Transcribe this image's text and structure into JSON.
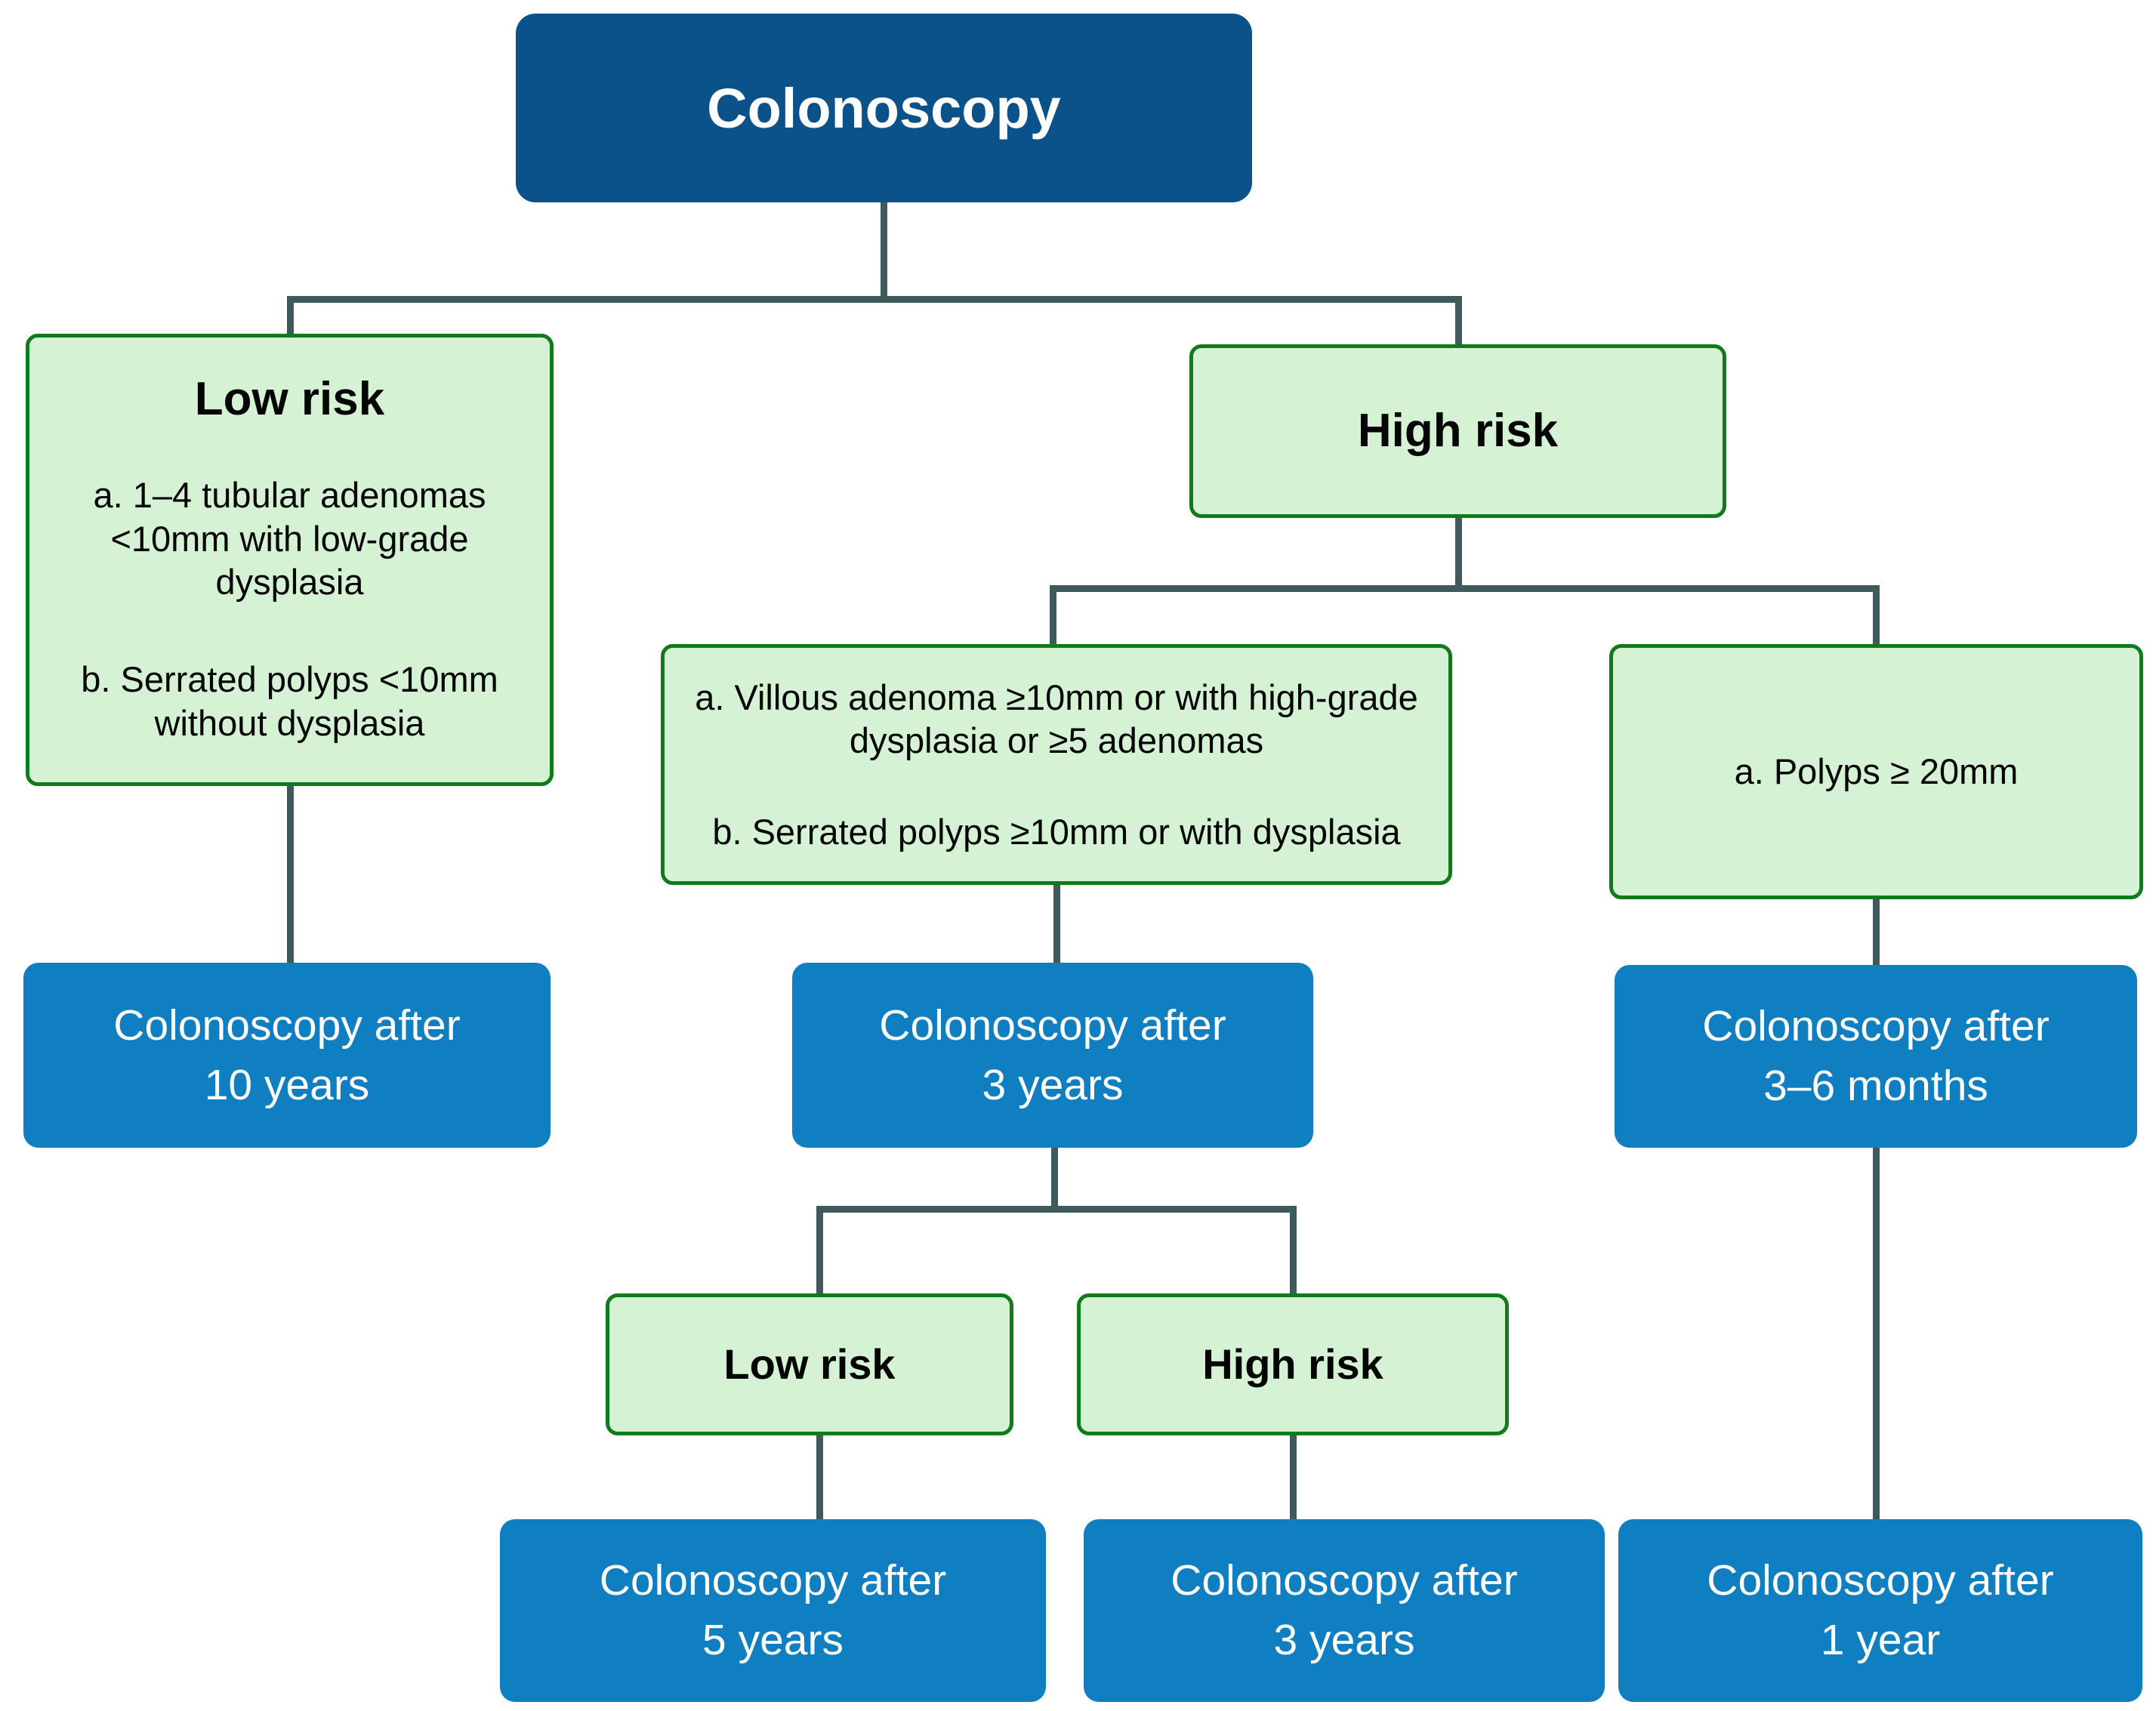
{
  "colors": {
    "root_bg": "#0A5289",
    "outcome_bg": "#0F7FC2",
    "criteria_bg": "#D6F2D4",
    "criteria_border": "#117A1C",
    "connector": "#3E5A5C",
    "criteria_text": "#050505",
    "outcome_text": "#FFFFFF"
  },
  "flowchart": {
    "root": {
      "label": "Colonoscopy"
    },
    "low_risk": {
      "title": "Low risk",
      "item_a": "a. 1–4 tubular adenomas <10mm with low-grade dysplasia",
      "item_b": "b. Serrated polyps <10mm without dysplasia",
      "outcome": {
        "line1": "Colonoscopy after",
        "line2": "10 years"
      }
    },
    "high_risk": {
      "title": "High risk",
      "branch_adenoma": {
        "item_a": "a. Villous adenoma ≥10mm or with high-grade dysplasia or ≥5 adenomas",
        "item_b": "b. Serrated polyps ≥10mm or with dysplasia",
        "outcome": {
          "line1": "Colonoscopy after",
          "line2": "3 years"
        },
        "low_risk": {
          "title": "Low risk",
          "outcome": {
            "line1": "Colonoscopy after",
            "line2": "5 years"
          }
        },
        "high_risk": {
          "title": "High risk",
          "outcome": {
            "line1": "Colonoscopy after",
            "line2": "3 years"
          }
        }
      },
      "branch_polyps": {
        "item_a": "a. Polyps ≥ 20mm",
        "outcome": {
          "line1": "Colonoscopy after",
          "line2": "3–6 months"
        },
        "followup": {
          "line1": "Colonoscopy after",
          "line2": "1 year"
        }
      }
    }
  }
}
